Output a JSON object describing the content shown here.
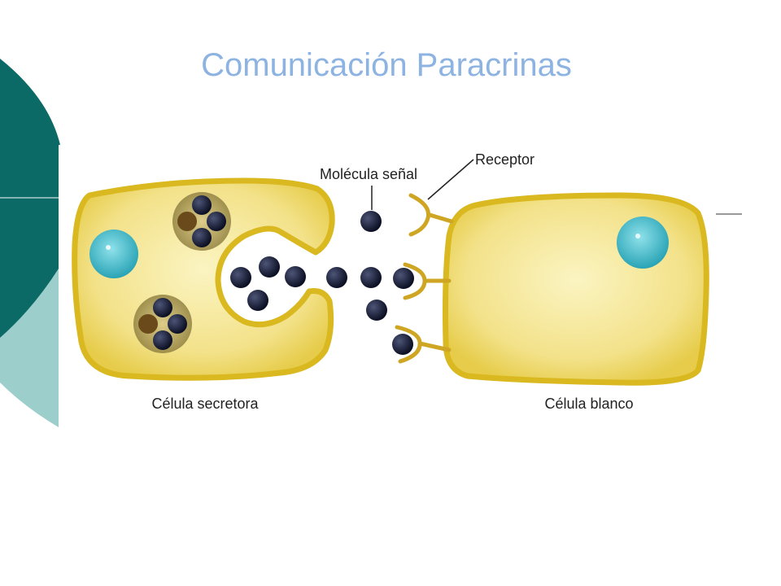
{
  "slide": {
    "title": "Comunicación Paracrinas"
  },
  "diagram": {
    "labels": {
      "signal_molecule": "Molécula señal",
      "receptor": "Receptor",
      "secretory_cell": "Célula secretora",
      "target_cell": "Célula blanco"
    }
  },
  "colors": {
    "title": "#8db3e2",
    "deco_dark_teal": "#0b6a66",
    "deco_light_teal": "#9ccfcb",
    "cell_fill": "#f3e28a",
    "cell_border": "#d9b820",
    "nucleus": "#3fb7c7",
    "molecule": "#151a33",
    "receptor": "#cfa624"
  }
}
